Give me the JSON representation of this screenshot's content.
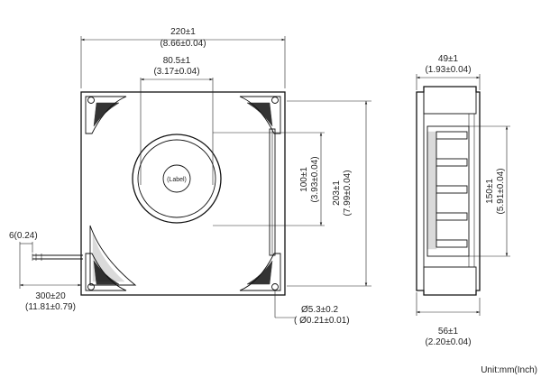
{
  "dimensions": {
    "width_mm": "220±1",
    "width_in": "(8.66±0.04)",
    "hub_mm": "80.5±1",
    "hub_in": "(3.17±0.04)",
    "inner_mm": "100±1",
    "inner_in": "(3.93±0.04)",
    "height_mm": "203±1",
    "height_in": "(7.99±0.04)",
    "depth_top_mm": "49±1",
    "depth_top_in": "(1.93±0.04)",
    "side_height_mm": "150±1",
    "side_height_in": "(5.91±0.04)",
    "depth_bottom_mm": "56±1",
    "depth_bottom_in": "(2.20±0.04)",
    "lead_mm": "300±20",
    "lead_in": "(11.81±0.79)",
    "strip_label": "6(0.24)",
    "hole_mm": "Ø5.3±0.2",
    "hole_in": "( Ø0.21±0.01)"
  },
  "label_text": "(Label)",
  "unit_note": "Unit:mm(Inch)"
}
